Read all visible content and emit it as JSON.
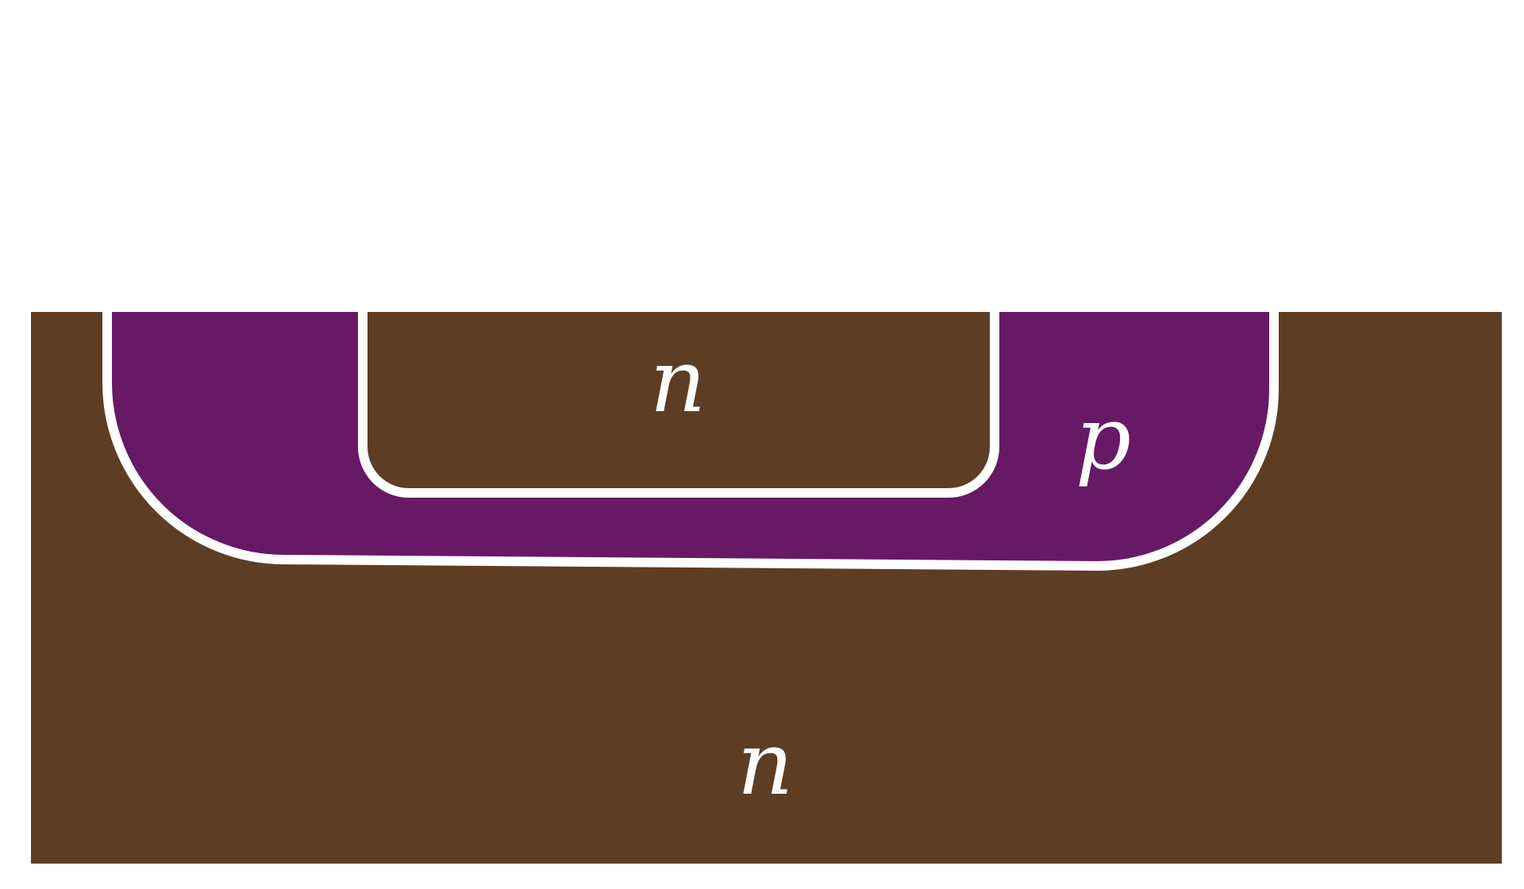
{
  "diagram": {
    "colors": {
      "background": "#ffffff",
      "n_region": "#5d3e24",
      "p_region": "#671966",
      "boundary": "#ffffff",
      "label": "#ffffff"
    },
    "regions": {
      "substrate": {
        "doping": "n",
        "label": "n"
      },
      "p_well": {
        "doping": "p",
        "label": "p"
      },
      "inner_n": {
        "doping": "n",
        "label": "n"
      }
    }
  }
}
